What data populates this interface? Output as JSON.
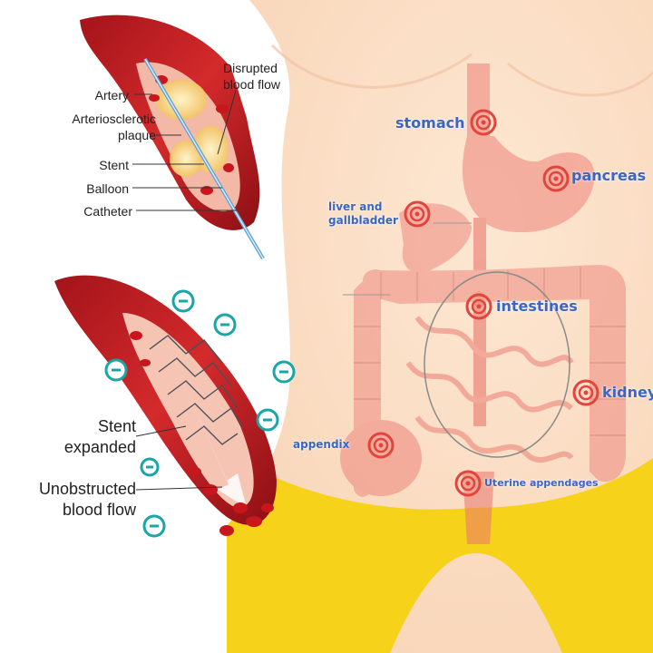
{
  "stent_before": {
    "labels": {
      "artery": "Artery",
      "plaque": "Arteriosclerotic\nplaque",
      "stent": "Stent",
      "balloon": "Balloon",
      "catheter": "Catheter",
      "disrupted": "Disrupted\nblood flow"
    }
  },
  "stent_after": {
    "labels": {
      "expanded": "Stent\nexpanded",
      "unobstructed": "Unobstructed\nblood flow"
    }
  },
  "organs": {
    "stomach": "stomach",
    "pancreas": "pancreas",
    "liver": "liver and\ngallbladder",
    "intestines": "intestines",
    "kidney": "kidney",
    "appendix": "appendix",
    "uterine": "Uterine appendages"
  },
  "colors": {
    "skin": "#fde2c9",
    "underwear": "#f7d21a",
    "organ_red": "#f08a80",
    "artery_red": "#c71f23",
    "minus_teal": "#1aa6a6",
    "label_blue": "#3a66c4",
    "target_red": "#e2453e"
  },
  "icons": [
    "target-icon",
    "minus-circle-icon"
  ]
}
